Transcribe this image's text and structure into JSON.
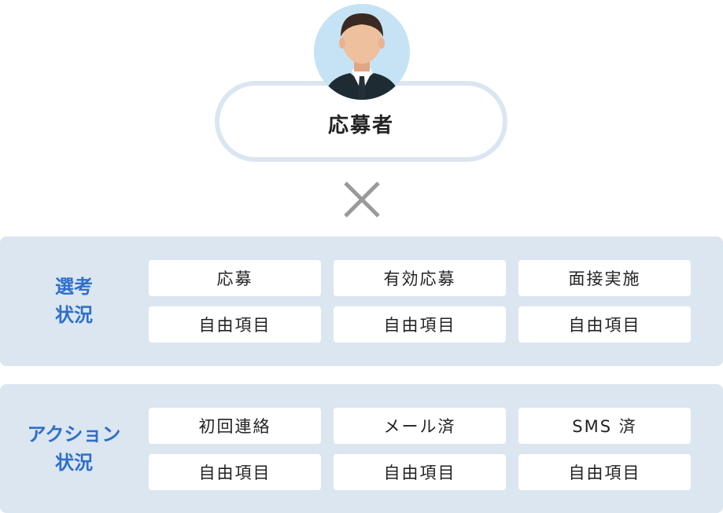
{
  "header": {
    "applicant_label": "応募者"
  },
  "icons": {
    "avatar": "person-avatar-icon",
    "multiply": "multiply-icon"
  },
  "colors": {
    "panel_bg": "#dbe6f1",
    "label_blue": "#2f6fc9",
    "cross_gray": "#9a9a9a"
  },
  "sections": [
    {
      "label_line1": "選考",
      "label_line2": "状況",
      "rows": [
        [
          "応募",
          "有効応募",
          "面接実施"
        ],
        [
          "自由項目",
          "自由項目",
          "自由項目"
        ]
      ]
    },
    {
      "label_line1": "アクション",
      "label_line2": "状況",
      "rows": [
        [
          "初回連絡",
          "メール済",
          "SMS 済"
        ],
        [
          "自由項目",
          "自由項目",
          "自由項目"
        ]
      ]
    }
  ]
}
